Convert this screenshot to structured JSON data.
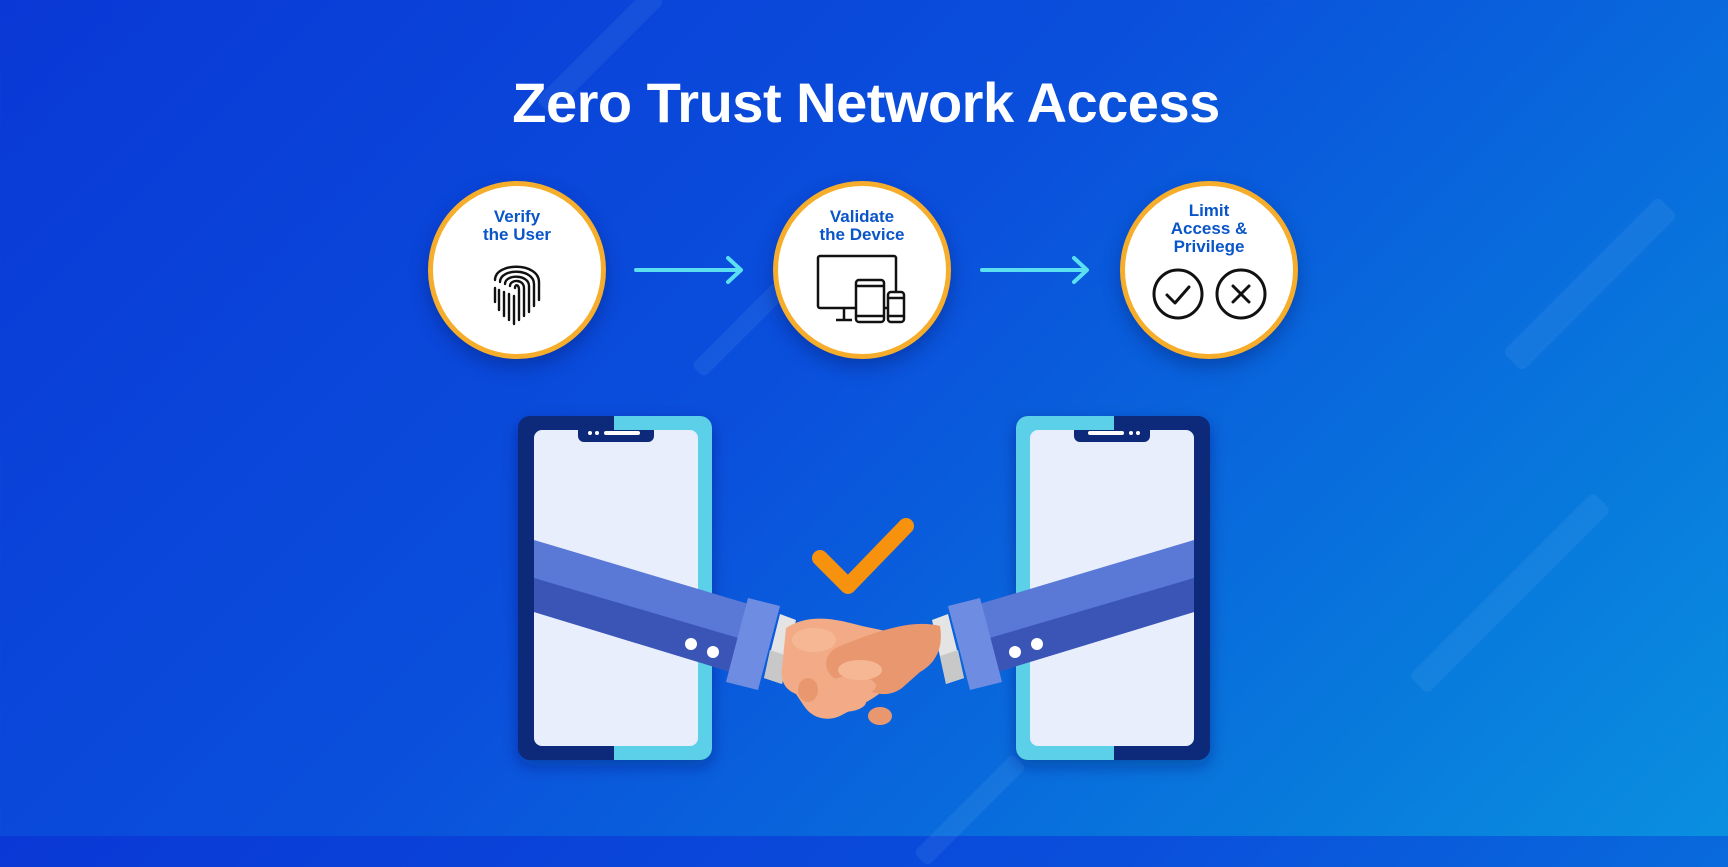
{
  "title": "Zero Trust Network Access",
  "steps": [
    {
      "label": "Verify\nthe User",
      "icon": "fingerprint-icon"
    },
    {
      "label": "Validate\nthe Device",
      "icon": "devices-icon"
    },
    {
      "label": "Limit\nAccess &\nPrivilege",
      "icon": "allow-deny-icon"
    }
  ],
  "colors": {
    "background": "#0a45d8",
    "circle_border": "#f6ad2b",
    "label_text": "#0a55c8",
    "arrow": "#5ae0f0",
    "checkmark": "#f7920f",
    "phone_dark": "#0a2a7a",
    "phone_light": "#5cd0e8",
    "sleeve": "#4f6fd0",
    "skin": "#f2ab86"
  }
}
